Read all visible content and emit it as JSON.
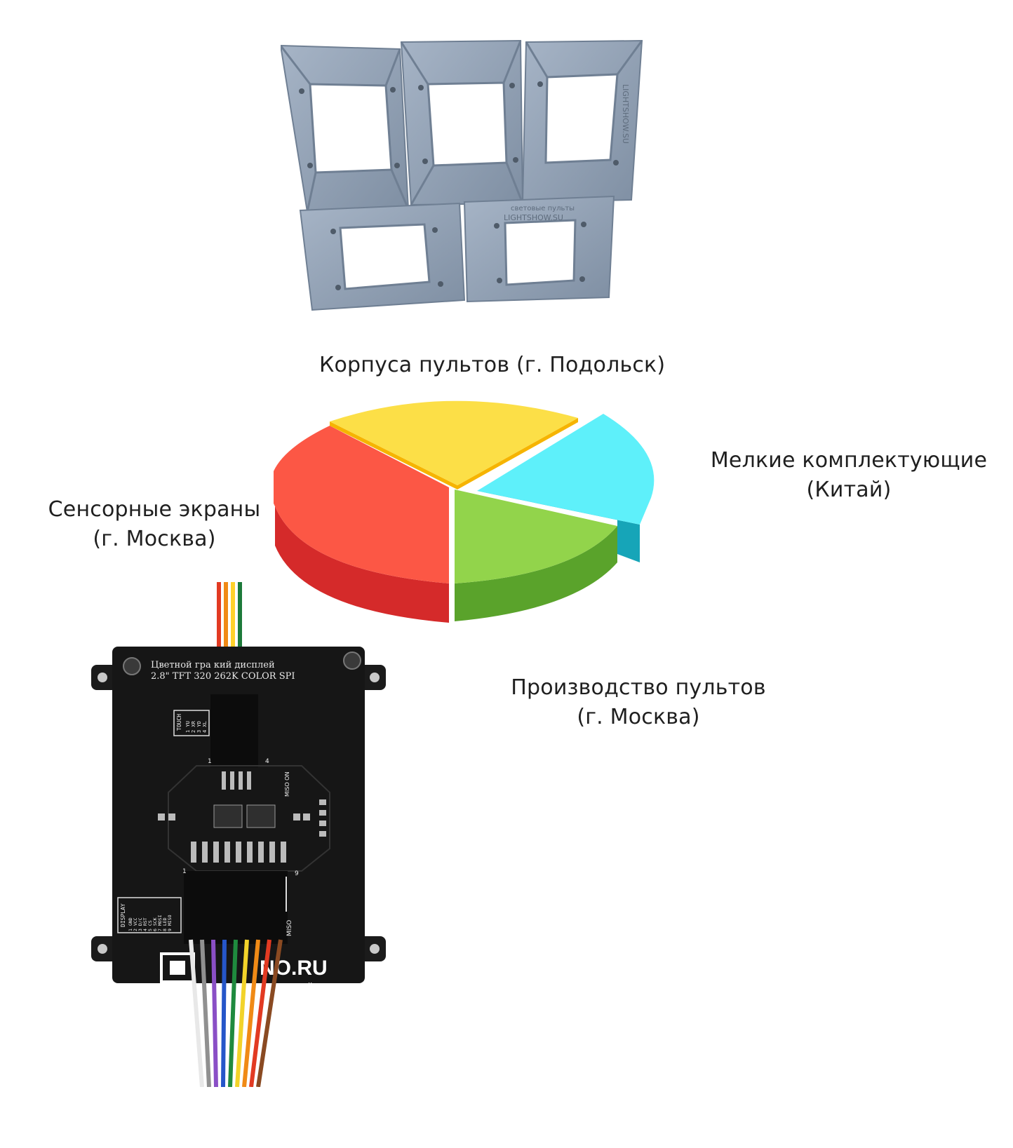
{
  "labels": {
    "housings": "Корпуса пультов (г. Подольск)",
    "small_parts": {
      "line1": "Мелкие комплектующие",
      "line2": "(Китай)"
    },
    "touch_screens": {
      "line1": "Сенсорные экраны",
      "line2": "(г. Москва)"
    },
    "production": {
      "line1": "Производство пультов",
      "line2": "(г. Москва)"
    }
  },
  "housing_photo": {
    "engraving_1": "световые пульты",
    "engraving_2": "LIGHTSHOW.SU"
  },
  "display_photo": {
    "title_line1": "Цветной гра      кий дисплей",
    "title_line2": "2.8\" TFT 320   262K COLOR SPI",
    "touch_header": "TOUCH",
    "touch_pins": [
      "1 YU",
      "2 XR",
      "3 YD",
      "4 XL"
    ],
    "display_header": "DISPLAY",
    "display_pins": [
      "1 GND",
      "2 VCC",
      "3 D/C",
      "4 RST",
      "5 CS",
      "6 SCK",
      "7 MOSI",
      "8 LED",
      "9 MISO"
    ],
    "miso_on": "MISO ON",
    "miso": "MISO",
    "brand": "NO.RU",
    "brand_sub": "ЛЮБИТЕЛЕЙ",
    "pin_1": "1",
    "pin_4": "4",
    "pin_9": "9"
  },
  "chart_data": {
    "type": "pie",
    "style": "3d-exploded",
    "slices": [
      {
        "label": "Корпуса пультов (г. Подольск)",
        "color": "#fcdf47",
        "side": "#f6b400"
      },
      {
        "label": "Мелкие комплектующие (Китай)",
        "color": "#5ef0fa",
        "side": "#16a5b8"
      },
      {
        "label": "Производство пультов (г. Москва)",
        "color": "#92d44b",
        "side": "#5aa32b"
      },
      {
        "label": "Сенсорные экраны (г. Москва)",
        "color": "#fc5745",
        "side": "#d52a2a"
      }
    ]
  }
}
